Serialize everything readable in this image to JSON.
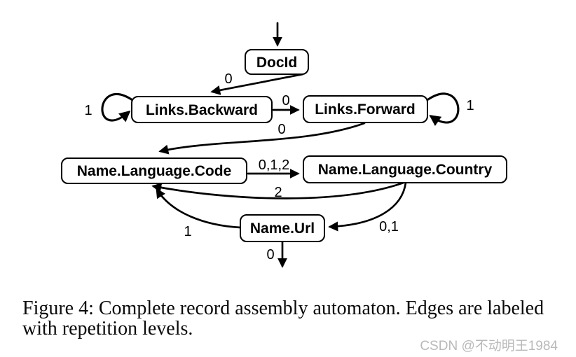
{
  "figure": {
    "caption_line1": "Figure 4: Complete record assembly automaton. Edges are labeled",
    "caption_line2": "with repetition levels."
  },
  "watermark": {
    "text": "CSDN @不动明王1984"
  },
  "colors": {
    "ink": "#000000",
    "background": "#ffffff",
    "watermark_gray": "#b9b9b9"
  },
  "automaton": {
    "nodes": [
      {
        "id": "docid",
        "label": "DocId"
      },
      {
        "id": "links-backward",
        "label": "Links.Backward"
      },
      {
        "id": "links-forward",
        "label": "Links.Forward"
      },
      {
        "id": "name-language-code",
        "label": "Name.Language.Code"
      },
      {
        "id": "name-language-country",
        "label": "Name.Language.Country"
      },
      {
        "id": "name-url",
        "label": "Name.Url"
      }
    ],
    "edges": [
      {
        "from": "start",
        "to": "DocId",
        "label": ""
      },
      {
        "from": "DocId",
        "to": "Links.Backward",
        "label": "0"
      },
      {
        "from": "Links.Backward",
        "to": "Links.Backward",
        "label": "1"
      },
      {
        "from": "Links.Backward",
        "to": "Links.Forward",
        "label": "0"
      },
      {
        "from": "Links.Forward",
        "to": "Links.Forward",
        "label": "1"
      },
      {
        "from": "Links.Forward",
        "to": "Name.Language.Code",
        "label": "0"
      },
      {
        "from": "Name.Language.Code",
        "to": "Name.Language.Country",
        "label": "0,1,2"
      },
      {
        "from": "Name.Language.Country",
        "to": "Name.Language.Code",
        "label": "2"
      },
      {
        "from": "Name.Language.Country",
        "to": "Name.Url",
        "label": "0,1"
      },
      {
        "from": "Name.Url",
        "to": "Name.Language.Code",
        "label": "1"
      },
      {
        "from": "Name.Url",
        "to": "end",
        "label": "0"
      }
    ]
  }
}
